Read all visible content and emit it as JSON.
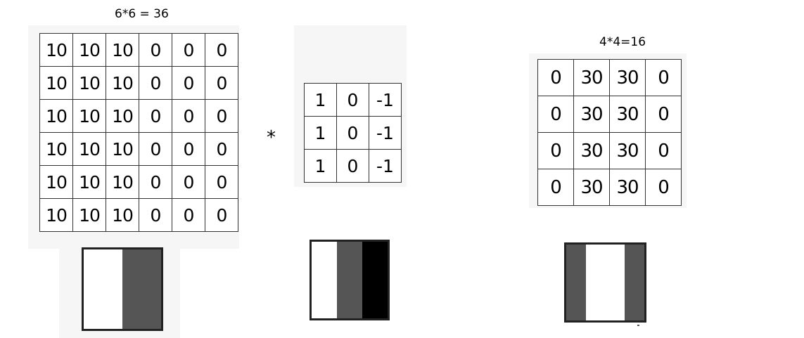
{
  "input": {
    "caption": "6*6 = 36",
    "rows": [
      [
        "10",
        "10",
        "10",
        "0",
        "0",
        "0"
      ],
      [
        "10",
        "10",
        "10",
        "0",
        "0",
        "0"
      ],
      [
        "10",
        "10",
        "10",
        "0",
        "0",
        "0"
      ],
      [
        "10",
        "10",
        "10",
        "0",
        "0",
        "0"
      ],
      [
        "10",
        "10",
        "10",
        "0",
        "0",
        "0"
      ],
      [
        "10",
        "10",
        "10",
        "0",
        "0",
        "0"
      ]
    ],
    "swatch": {
      "bands": [
        {
          "color": "#ffffff",
          "weight": 1
        },
        {
          "color": "#555555",
          "weight": 1
        }
      ]
    }
  },
  "operator": "*",
  "kernel": {
    "rows": [
      [
        "1",
        "0",
        "-1"
      ],
      [
        "1",
        "0",
        "-1"
      ],
      [
        "1",
        "0",
        "-1"
      ]
    ],
    "swatch": {
      "bands": [
        {
          "color": "#ffffff",
          "weight": 1
        },
        {
          "color": "#555555",
          "weight": 1
        },
        {
          "color": "#000000",
          "weight": 1
        }
      ]
    }
  },
  "output": {
    "caption": "4*4=16",
    "rows": [
      [
        "0",
        "30",
        "30",
        "0"
      ],
      [
        "0",
        "30",
        "30",
        "0"
      ],
      [
        "0",
        "30",
        "30",
        "0"
      ],
      [
        "0",
        "30",
        "30",
        "0"
      ]
    ],
    "swatch": {
      "bands": [
        {
          "color": "#555555",
          "weight": 1
        },
        {
          "color": "#ffffff",
          "weight": 2
        },
        {
          "color": "#555555",
          "weight": 1
        }
      ]
    }
  }
}
